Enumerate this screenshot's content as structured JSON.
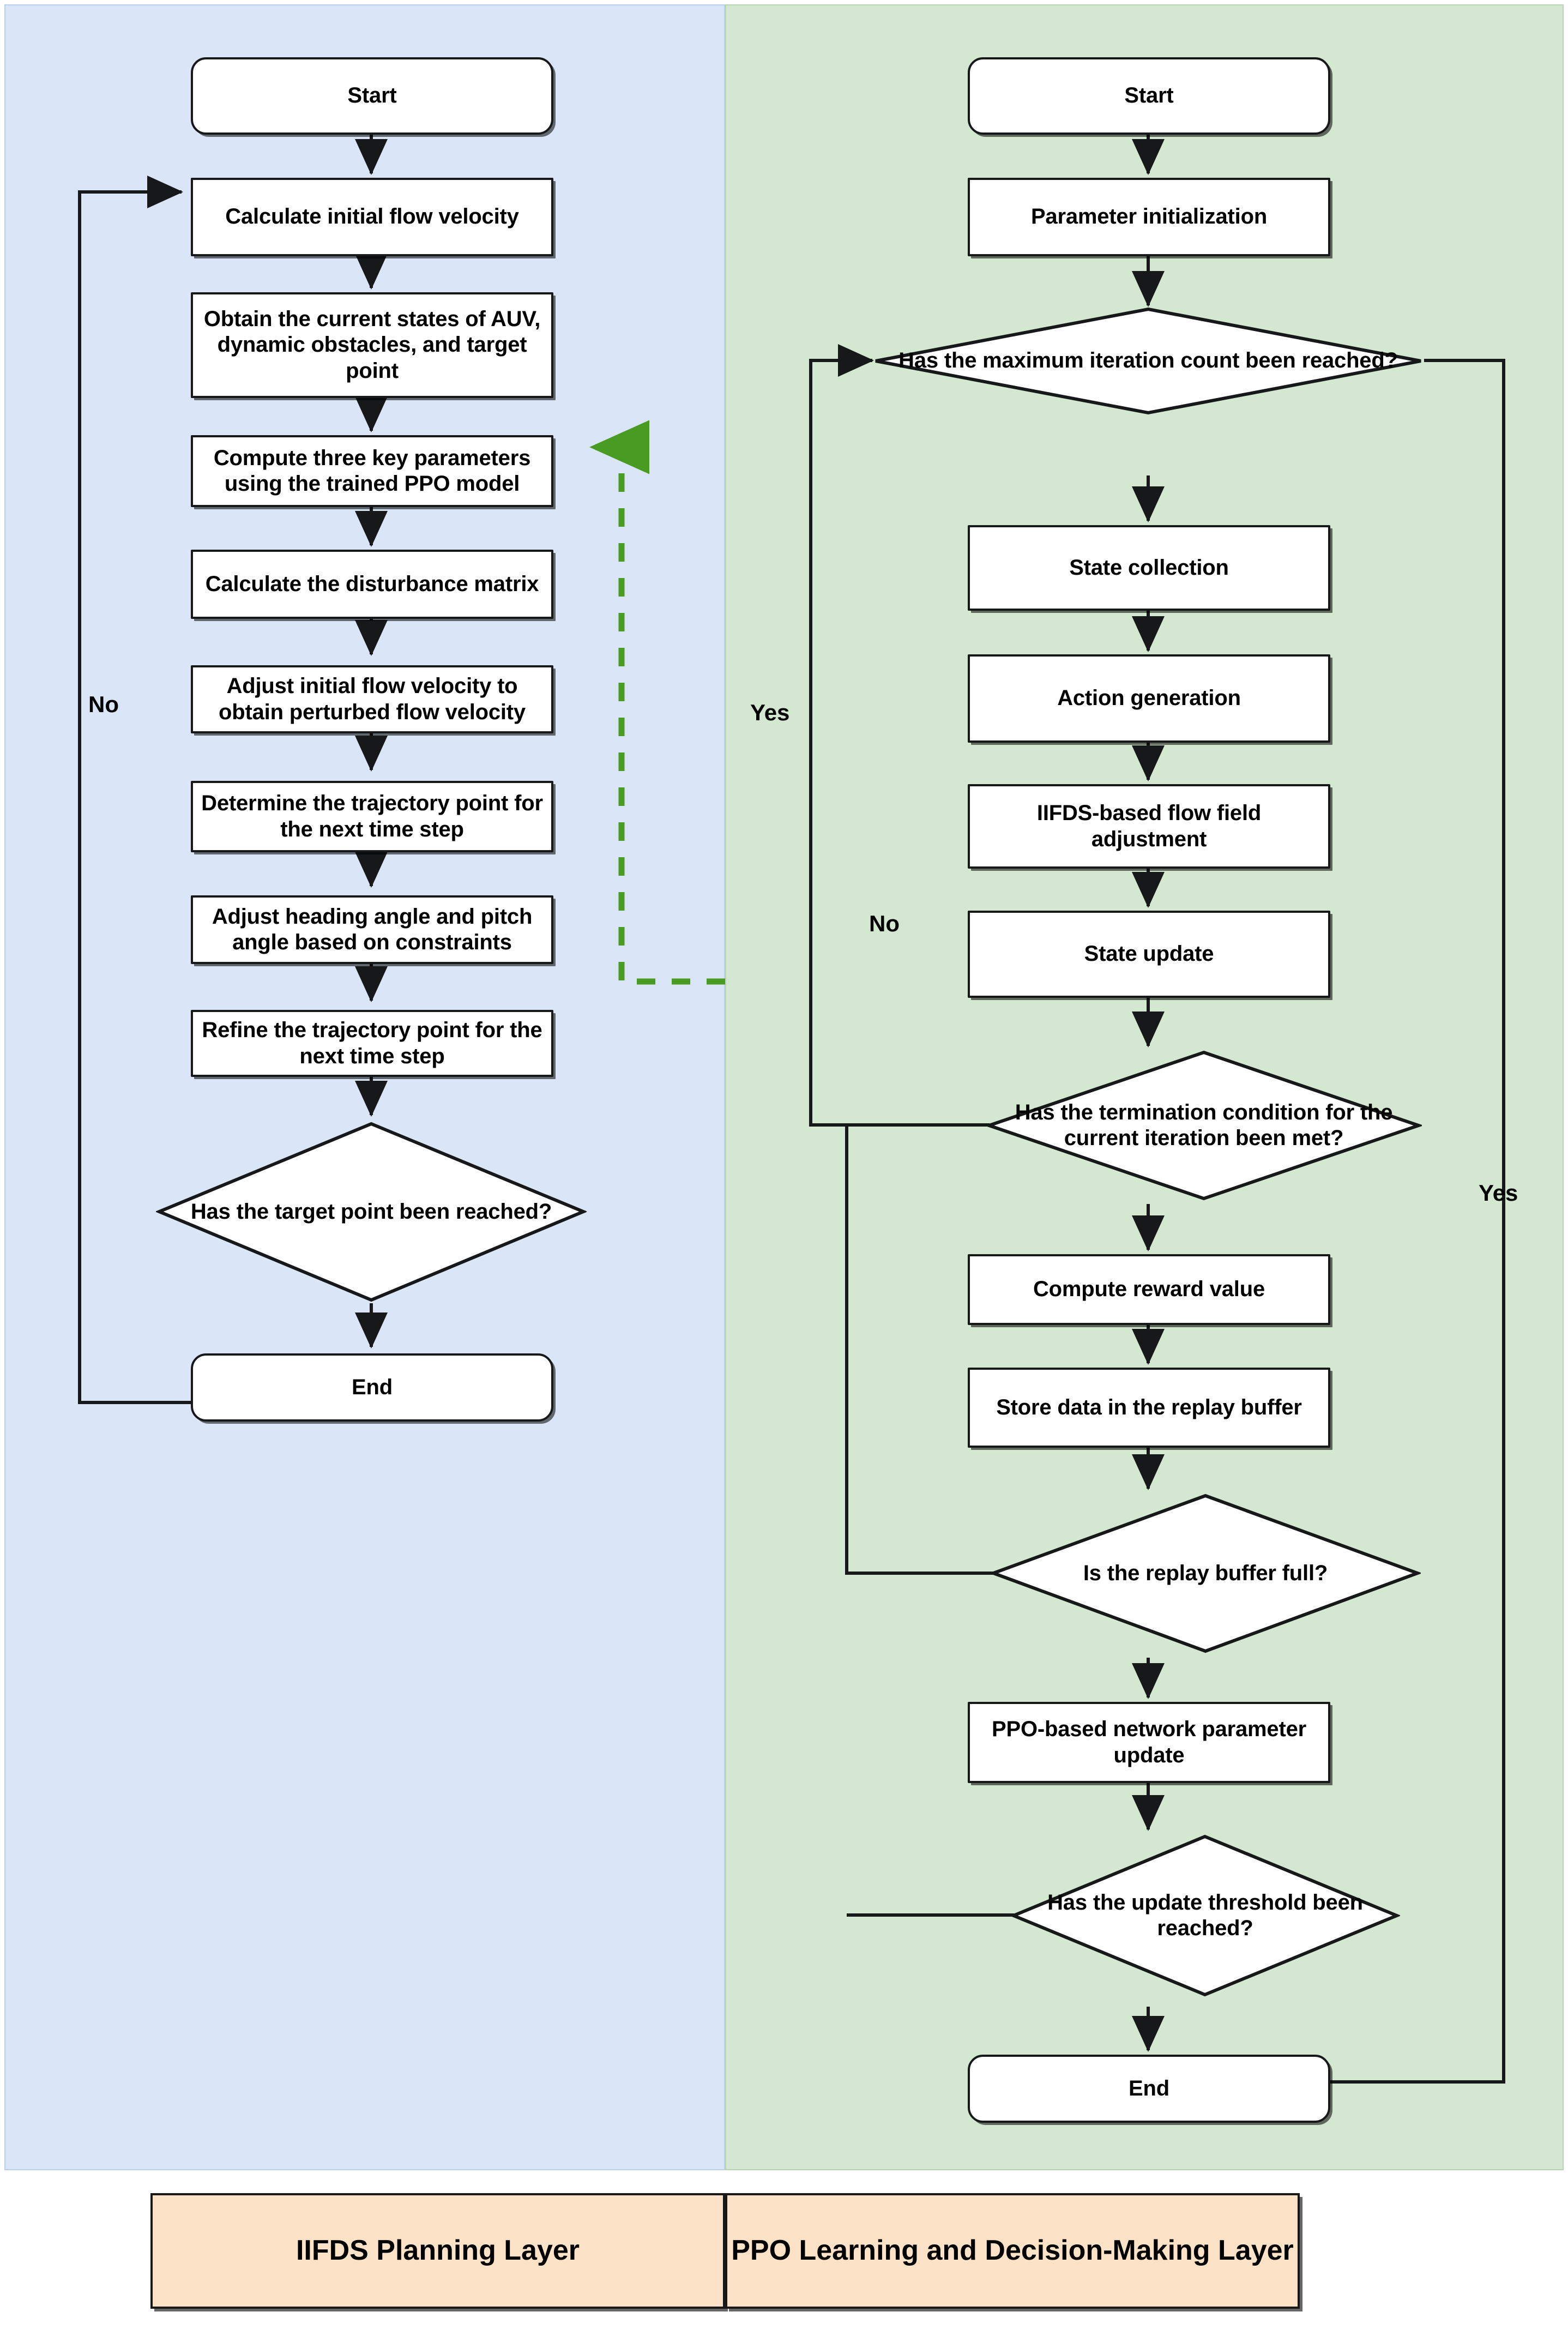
{
  "diagram": {
    "title": "IIFDS + PPO AUV path planning flowchart",
    "panels": {
      "left": {
        "name": "IIFDS Planning Layer",
        "color": "#dae6f8"
      },
      "right": {
        "name": "PPO Learning and Decision-Making Layer",
        "color": "#d4e7d1"
      }
    },
    "legend": {
      "left_label": "IIFDS Planning Layer",
      "right_label": "PPO Learning and Decision-Making Layer",
      "fill": "#fce3c8"
    },
    "link_color_dashed": "#4a9b21"
  },
  "left_flow": {
    "nodes": [
      {
        "id": "l-start",
        "type": "terminator",
        "label": "Start"
      },
      {
        "id": "l-initvel",
        "type": "process",
        "label": "Calculate initial flow velocity"
      },
      {
        "id": "l-states",
        "type": "process",
        "label": "Obtain the current states of AUV, dynamic obstacles, and target point"
      },
      {
        "id": "l-ppoparams",
        "type": "process",
        "label": "Compute three key parameters using the trained PPO model"
      },
      {
        "id": "l-distmatrix",
        "type": "process",
        "label": "Calculate the disturbance matrix"
      },
      {
        "id": "l-perturb",
        "type": "process",
        "label": "Adjust initial flow velocity to obtain perturbed flow velocity"
      },
      {
        "id": "l-trajpoint",
        "type": "process",
        "label": "Determine the trajectory point for the next time step"
      },
      {
        "id": "l-angles",
        "type": "process",
        "label": "Adjust heading angle and pitch angle based on constraints"
      },
      {
        "id": "l-refine",
        "type": "process",
        "label": "Refine the trajectory point for the next time step"
      },
      {
        "id": "l-target",
        "type": "decision",
        "label": "Has the target point been reached?"
      },
      {
        "id": "l-end",
        "type": "terminator",
        "label": "End"
      }
    ],
    "edge_labels": [
      {
        "id": "l-no",
        "text": "No"
      }
    ]
  },
  "right_flow": {
    "nodes": [
      {
        "id": "r-start",
        "type": "terminator",
        "label": "Start"
      },
      {
        "id": "r-init",
        "type": "process",
        "label": "Parameter initialization"
      },
      {
        "id": "r-maxiter",
        "type": "decision",
        "label": "Has the maximum iteration count been reached?"
      },
      {
        "id": "r-statecoll",
        "type": "process",
        "label": "State collection"
      },
      {
        "id": "r-action",
        "type": "process",
        "label": "Action generation"
      },
      {
        "id": "r-iifds",
        "type": "process",
        "label": "IIFDS-based flow field adjustment"
      },
      {
        "id": "r-stateupd",
        "type": "process",
        "label": "State update"
      },
      {
        "id": "r-termcond",
        "type": "decision",
        "label": "Has the termination condition for the current iteration been met?"
      },
      {
        "id": "r-reward",
        "type": "process",
        "label": "Compute reward value"
      },
      {
        "id": "r-store",
        "type": "process",
        "label": "Store data in the replay buffer"
      },
      {
        "id": "r-bufferfull",
        "type": "decision",
        "label": "Is the replay buffer full?"
      },
      {
        "id": "r-ppoupdate",
        "type": "process",
        "label": "PPO-based network parameter update"
      },
      {
        "id": "r-threshold",
        "type": "decision",
        "label": "Has the update threshold been reached?"
      },
      {
        "id": "r-end",
        "type": "terminator",
        "label": "End"
      }
    ],
    "edge_labels": [
      {
        "id": "r-yes-left",
        "text": "Yes"
      },
      {
        "id": "r-no-left",
        "text": "No"
      },
      {
        "id": "r-yes-right",
        "text": "Yes"
      }
    ]
  }
}
